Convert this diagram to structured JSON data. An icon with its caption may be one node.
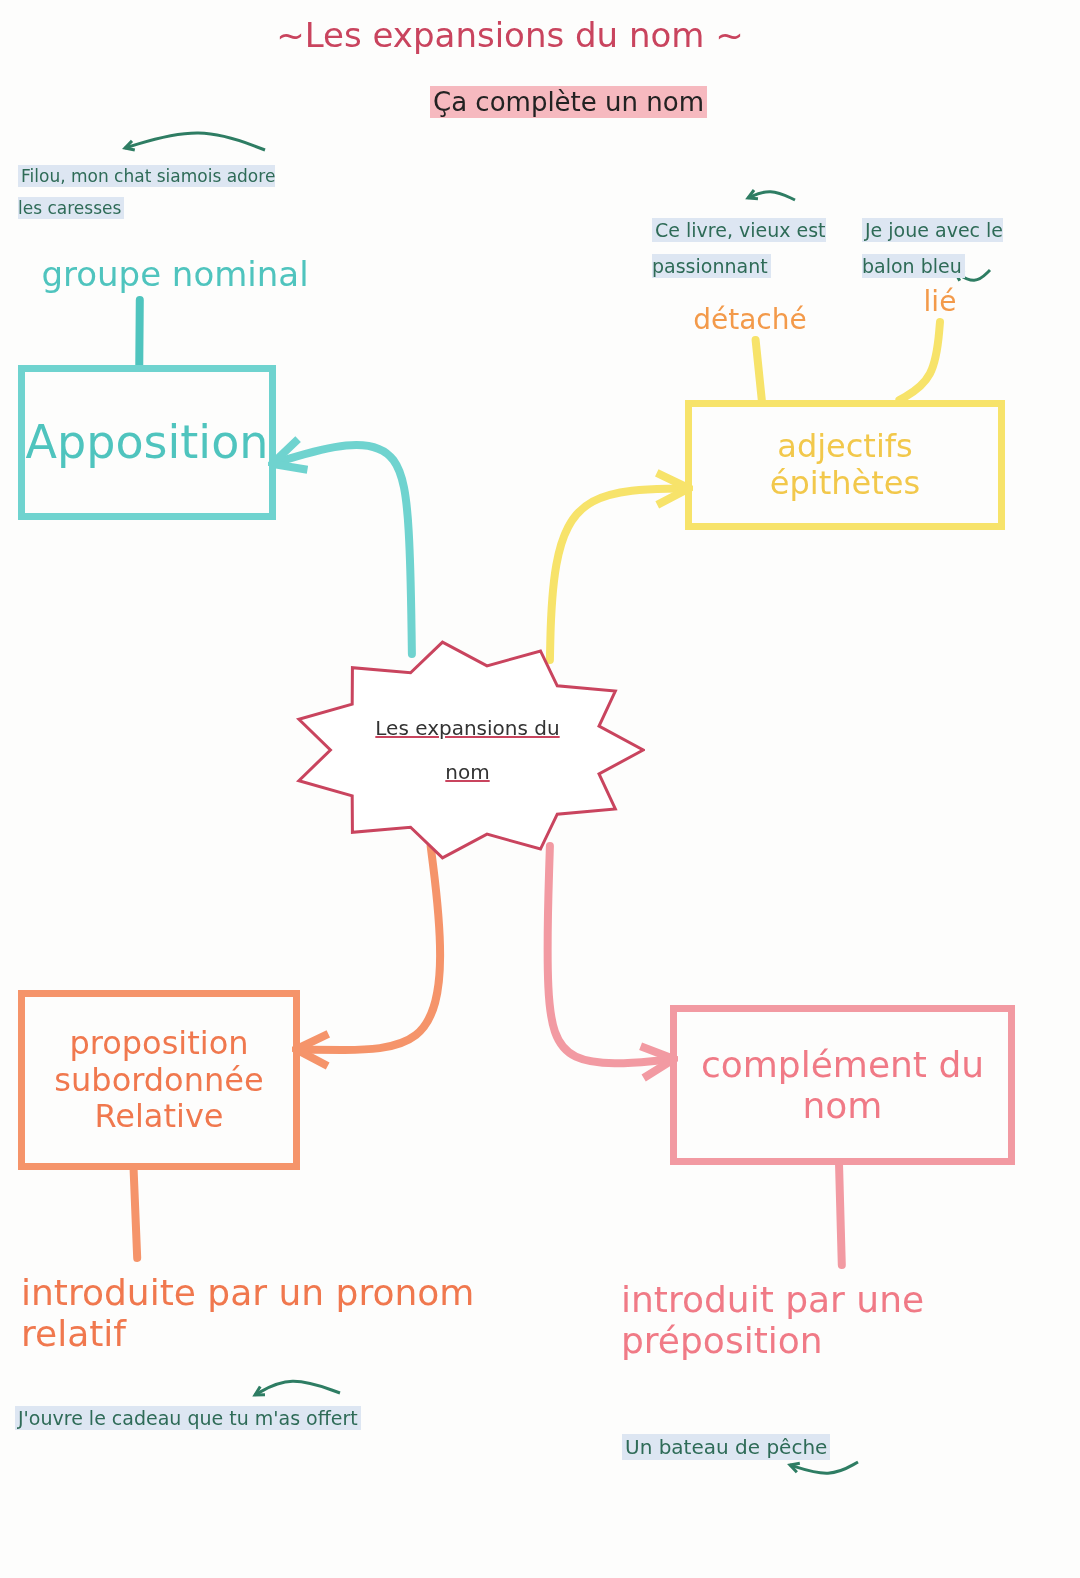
{
  "diagram": {
    "title": "~Les expansions du nom ~",
    "nodes": [
      {
        "text": [
          "Les expansions du nom"
        ]
      },
      {
        "text": [
          "Apposition"
        ]
      },
      {
        "text": [
          "groupe nominal"
        ]
      },
      {
        "text": [
          "adjectifs épithètes"
        ]
      },
      {
        "text": [
          "détaché"
        ]
      },
      {
        "text": [
          "lié"
        ]
      },
      {
        "text": [
          "proposition subordonnée Relative"
        ]
      },
      {
        "text": [
          "introduite par un pronom relatif"
        ]
      },
      {
        "text": [
          "complément du nom"
        ]
      },
      {
        "text": [
          "introduit par une préposition"
        ]
      }
    ],
    "edges": [
      {
        "from": 0,
        "to": 1,
        "arrow": "to",
        "color": "#6fd3cf"
      },
      {
        "from": 0,
        "to": 3,
        "arrow": "to",
        "color": "#f7e36a"
      },
      {
        "from": 0,
        "to": 6,
        "arrow": "to",
        "color": "#f5946a"
      },
      {
        "from": 0,
        "to": 8,
        "arrow": "to",
        "color": "#f29aa2"
      },
      {
        "from": 2,
        "to": 1,
        "arrow": "none",
        "color": "#4fc4be"
      },
      {
        "from": 4,
        "to": 3,
        "arrow": "none",
        "color": "#f7e36a"
      },
      {
        "from": 5,
        "to": 3,
        "arrow": "none",
        "color": "#f7e36a"
      },
      {
        "from": 6,
        "to": 7,
        "arrow": "none",
        "color": "#f5946a"
      },
      {
        "from": 8,
        "to": 9,
        "arrow": "none",
        "color": "#f29aa2"
      }
    ],
    "labels": [
      "Ça complète un nom",
      "Filou, mon chat siamois adore les caresses",
      "Ce livre, vieux est passionnant",
      "Je joue avec le balon bleu",
      "J'ouvre le cadeau que tu m'as offert",
      "Un bateau de pêche"
    ]
  }
}
